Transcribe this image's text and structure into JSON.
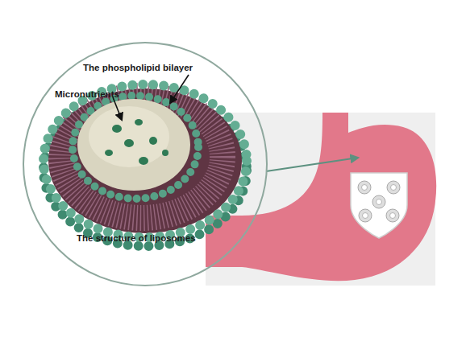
{
  "diagram": {
    "nodes": [
      {
        "text": [
          "The phospholipid bilayer",
          "Micronutrients",
          "The structure of liposomes"
        ]
      }
    ]
  }
}
